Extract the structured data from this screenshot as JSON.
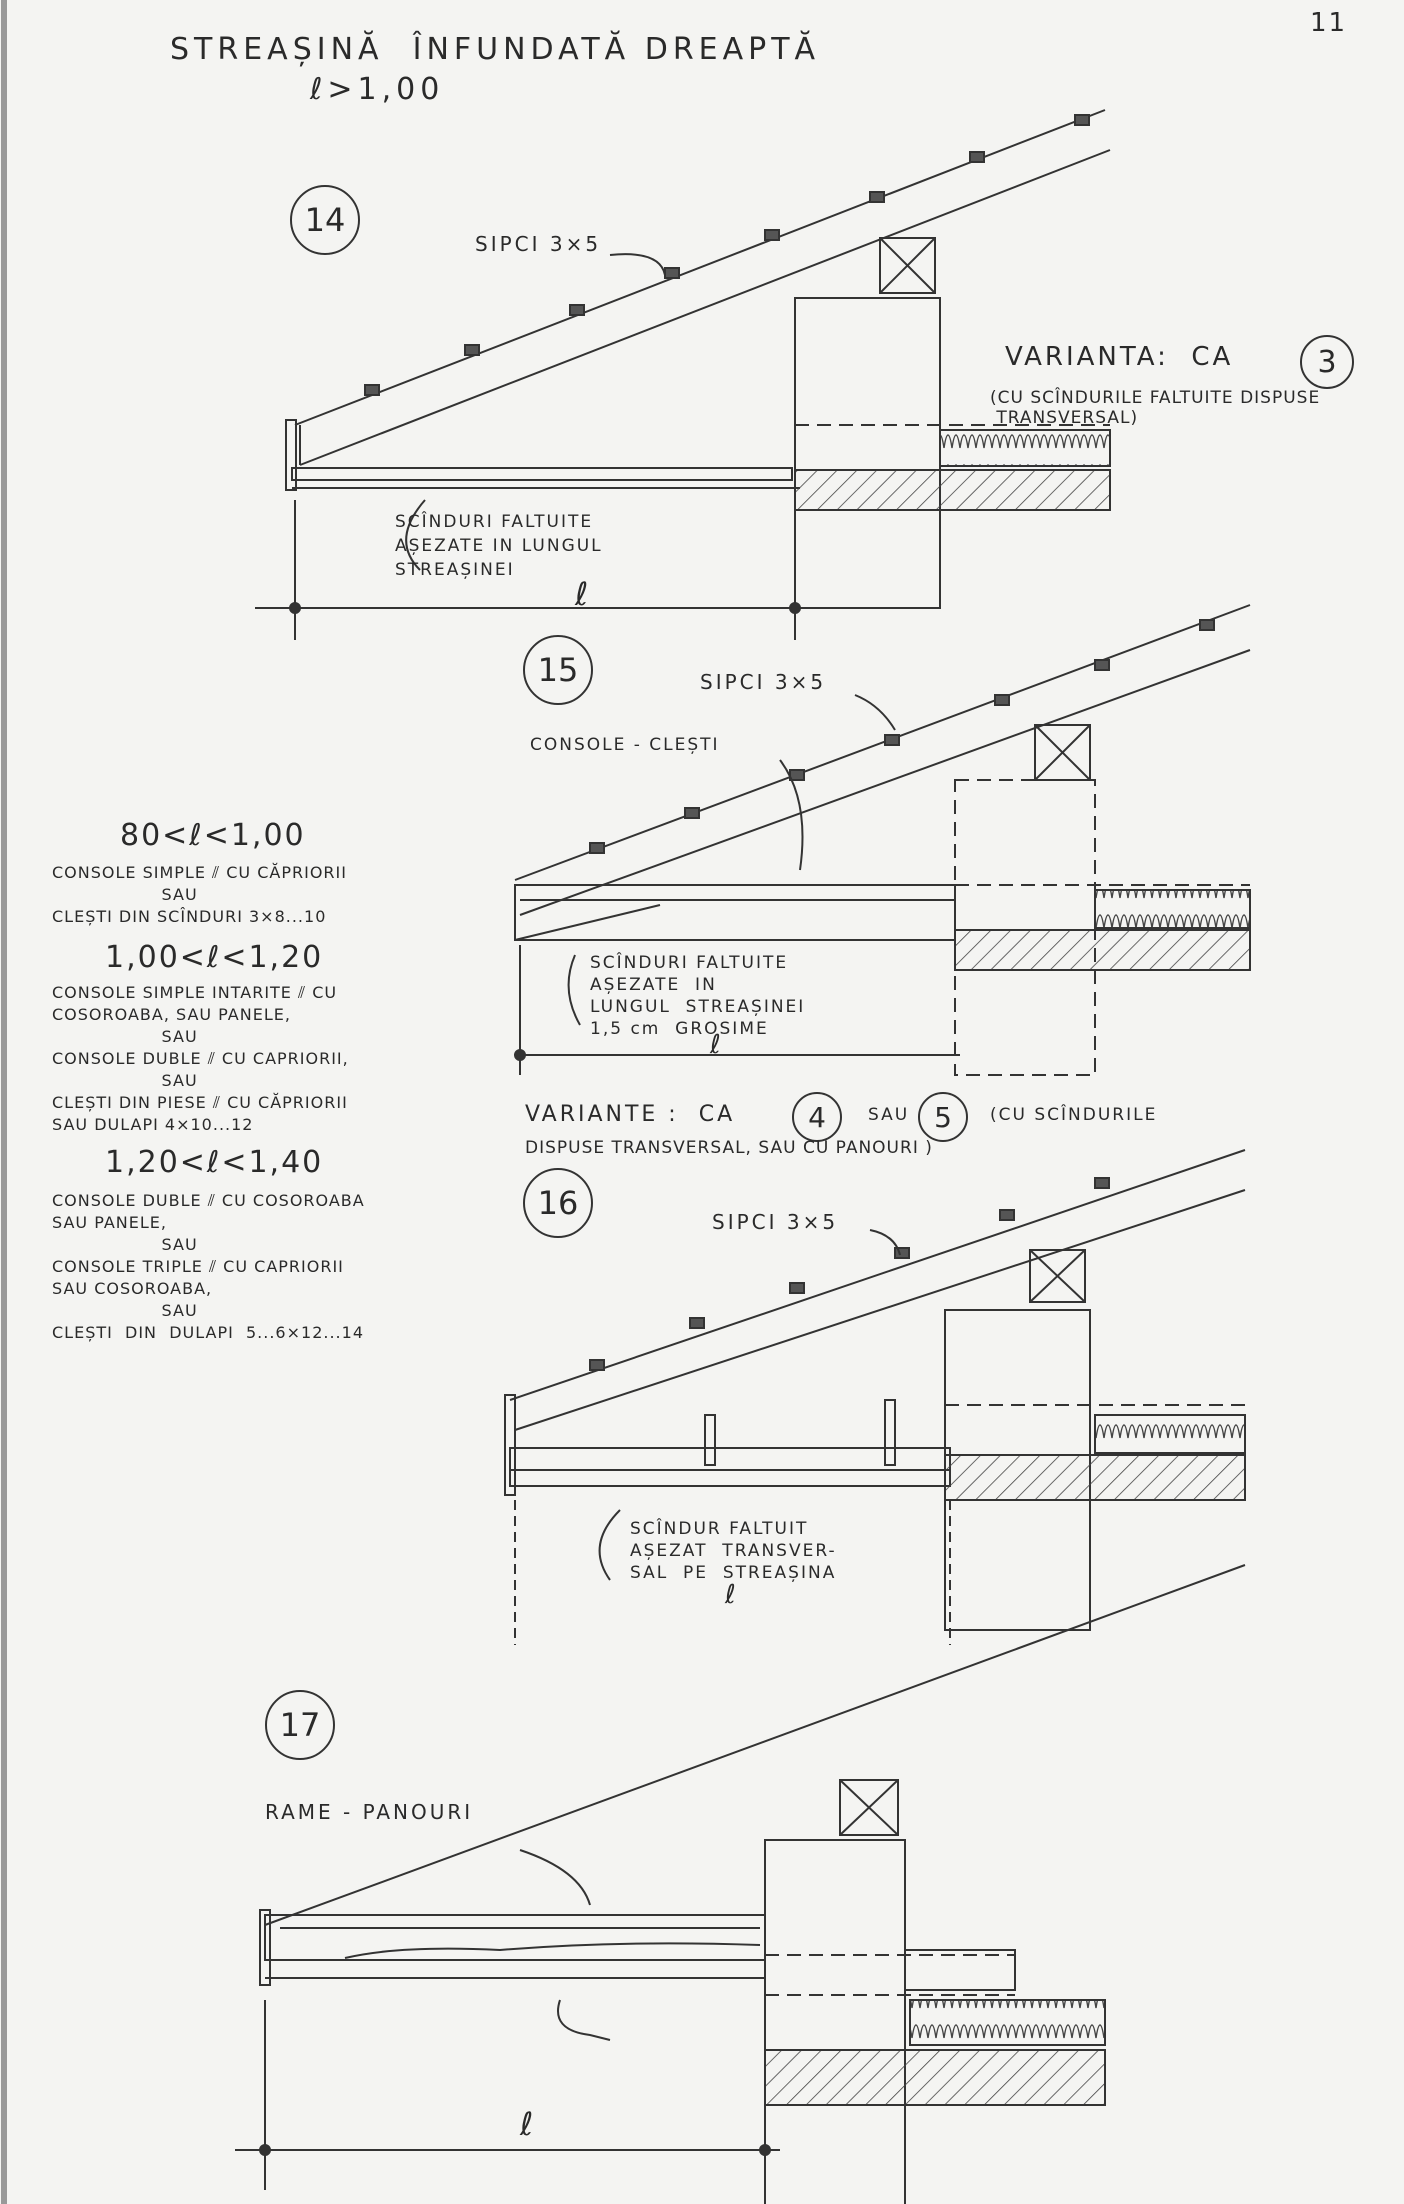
{
  "page_number": "11",
  "title": "STREAȘINĂ  ÎNFUNDATĂ DREAPTĂ",
  "title_cond": "ℓ>1,00",
  "figures": [
    {
      "number": "14",
      "lath": "SIPCI 3×5",
      "boards": "SCÎNDURI FALTUITE\nAȘEZATE IN LUNGUL\nSTREAȘINEI",
      "span": "ℓ",
      "variant": "VARIANTA:  CA",
      "variant_ref": "3",
      "variant_note": "(CU SCÎNDURILE FALTUITE DISPUSE\n TRANSVERSAL)"
    },
    {
      "number": "15",
      "lath": "SIPCI 3×5",
      "console": "CONSOLE - CLEȘTI",
      "boards": "SCÎNDURI FALTUITE\nAȘEZATE  IN\nLUNGUL  STREAȘINEI\n1,5 cm  GROSIME",
      "span": "ℓ",
      "variant": "VARIANTE :  CA",
      "variant_ref_a": "4",
      "variant_sau": "SAU",
      "variant_ref_b": "5",
      "variant_note": "(CU SCÎNDURILE",
      "variant_note2": "DISPUSE TRANSVERSAL, SAU CU PANOURI )"
    },
    {
      "number": "16",
      "lath": "SIPCI 3×5",
      "boards": "SCÎNDUR FALTUIT\nAȘEZAT  TRANSVER-\nSAL  PE  STREAȘINA",
      "span": "ℓ"
    },
    {
      "number": "17",
      "panels": "RAME - PANOURI",
      "span": "ℓ"
    }
  ],
  "side_notes": [
    {
      "range": "80<ℓ<1,00",
      "text": "CONSOLE SIMPLE ⫽ CU CĂPRIORII\n                  SAU\nCLEȘTI DIN SCÎNDURI 3×8...10"
    },
    {
      "range": "1,00<ℓ<1,20",
      "text": "CONSOLE SIMPLE INTARITE ⫽ CU\nCOSOROABA, SAU PANELE,\n                  SAU\nCONSOLE DUBLE ⫽ CU CAPRIORII,\n                  SAU\nCLEȘTI DIN PIESE ⫽ CU CĂPRIORII\nSAU DULAPI 4×10...12"
    },
    {
      "range": "1,20<ℓ<1,40",
      "text": "CONSOLE DUBLE ⫽ CU COSOROABA\nSAU PANELE,\n                  SAU\nCONSOLE TRIPLE ⫽ CU CAPRIORII\nSAU COSOROABA,\n                  SAU\nCLEȘTI  DIN  DULAPI  5...6×12...14"
    }
  ]
}
